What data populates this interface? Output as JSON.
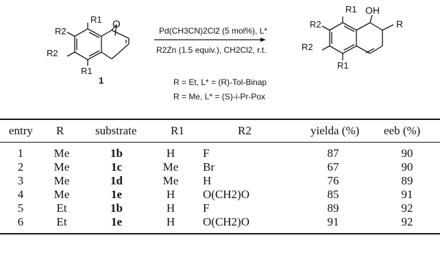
{
  "scheme": {
    "reactant": {
      "r1_top": "R1",
      "r2": "R2",
      "r2_left": "R2",
      "r1_bottom": "R1",
      "bridge_atom": "O",
      "compound_number": "1"
    },
    "product": {
      "r1_top": "R1",
      "oh": "OH",
      "r_group": "R",
      "r2_upper": "R2",
      "r2_lower": "R2",
      "r1_bottom": "R1"
    },
    "conditions": {
      "above_arrow": "Pd(CH3CN)2Cl2 (5 mol%), L*",
      "below_arrow": "R2Zn (1.5 equiv.), CH2Cl2, r.t.",
      "ligand_line_1": "R = Et, L* = (R)-Tol-Binap",
      "ligand_line_2": "R = Me,  L* = (S)-i-Pr-Pox"
    }
  },
  "table": {
    "headers": [
      "entry",
      "R",
      "substrate",
      "R1",
      "R2",
      "yielda (%)",
      "eeb (%)"
    ],
    "rows": [
      {
        "entry": "1",
        "r": "Me",
        "substrate": "1b",
        "r1": "H",
        "r2": "F",
        "yield": "87",
        "ee": "90"
      },
      {
        "entry": "2",
        "r": "Me",
        "substrate": "1c",
        "r1": "Me",
        "r2": "Br",
        "yield": "67",
        "ee": "90"
      },
      {
        "entry": "3",
        "r": "Me",
        "substrate": "1d",
        "r1": "Me",
        "r2": "H",
        "yield": "76",
        "ee": "89"
      },
      {
        "entry": "4",
        "r": "Me",
        "substrate": "1e",
        "r1": "H",
        "r2": "O(CH2)O",
        "yield": "85",
        "ee": "91"
      },
      {
        "entry": "5",
        "r": "Et",
        "substrate": "1b",
        "r1": "H",
        "r2": "F",
        "yield": "89",
        "ee": "92"
      },
      {
        "entry": "6",
        "r": "Et",
        "substrate": "1e",
        "r1": "H",
        "r2": "O(CH2)O",
        "yield": "91",
        "ee": "92"
      }
    ]
  }
}
